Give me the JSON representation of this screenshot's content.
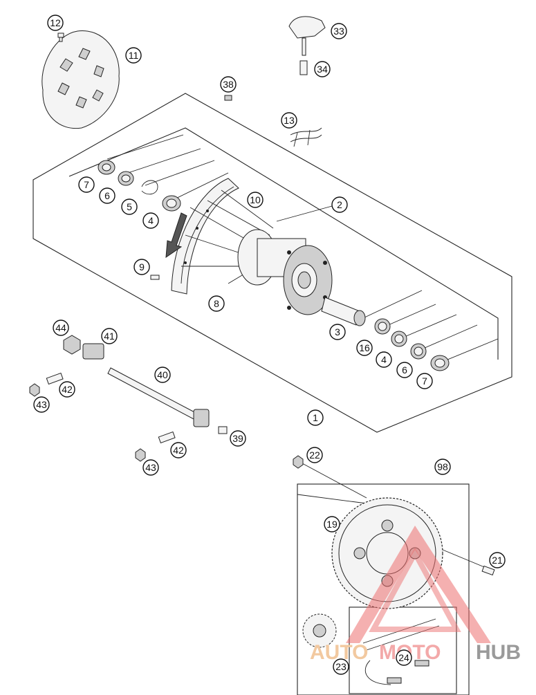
{
  "callouts": {
    "c1": "1",
    "c2": "2",
    "c3": "3",
    "c4a": "4",
    "c4b": "4",
    "c5": "5",
    "c6a": "6",
    "c6b": "6",
    "c7a": "7",
    "c7b": "7",
    "c8": "8",
    "c9": "9",
    "c10": "10",
    "c11": "11",
    "c12": "12",
    "c13": "13",
    "c16": "16",
    "c19": "19",
    "c21": "21",
    "c22": "22",
    "c23": "23",
    "c24": "24",
    "c33": "33",
    "c34": "34",
    "c38": "38",
    "c39": "39",
    "c40": "40",
    "c41": "41",
    "c42a": "42",
    "c42b": "42",
    "c43a": "43",
    "c43b": "43",
    "c44": "44",
    "c98": "98"
  },
  "watermark": {
    "auto": "AUTO",
    "moto": "MOTO",
    "hub": "HUB",
    "colors": {
      "auto": "#f2c9a0",
      "moto": "#f3a9a9",
      "hub": "#9a9a9a",
      "triangle": "#ec6f6f"
    }
  }
}
